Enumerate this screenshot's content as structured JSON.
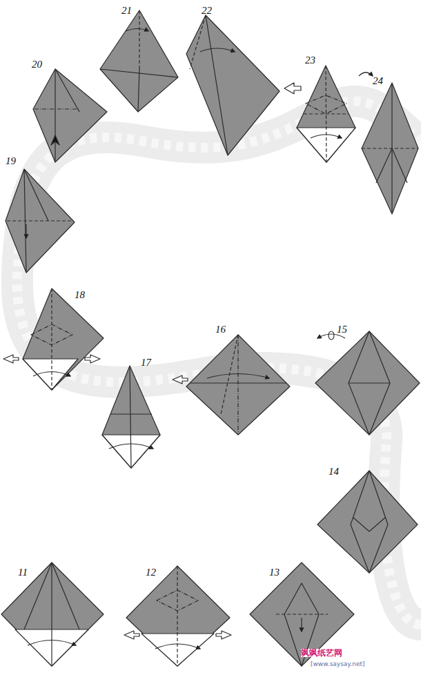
{
  "diagram": {
    "labels": [
      "20",
      "21",
      "22",
      "23",
      "24",
      "19",
      "18",
      "17",
      "16",
      "15",
      "14",
      "11",
      "12",
      "13",
      "飒飒纸艺网",
      "[www.saysay.net]"
    ]
  }
}
